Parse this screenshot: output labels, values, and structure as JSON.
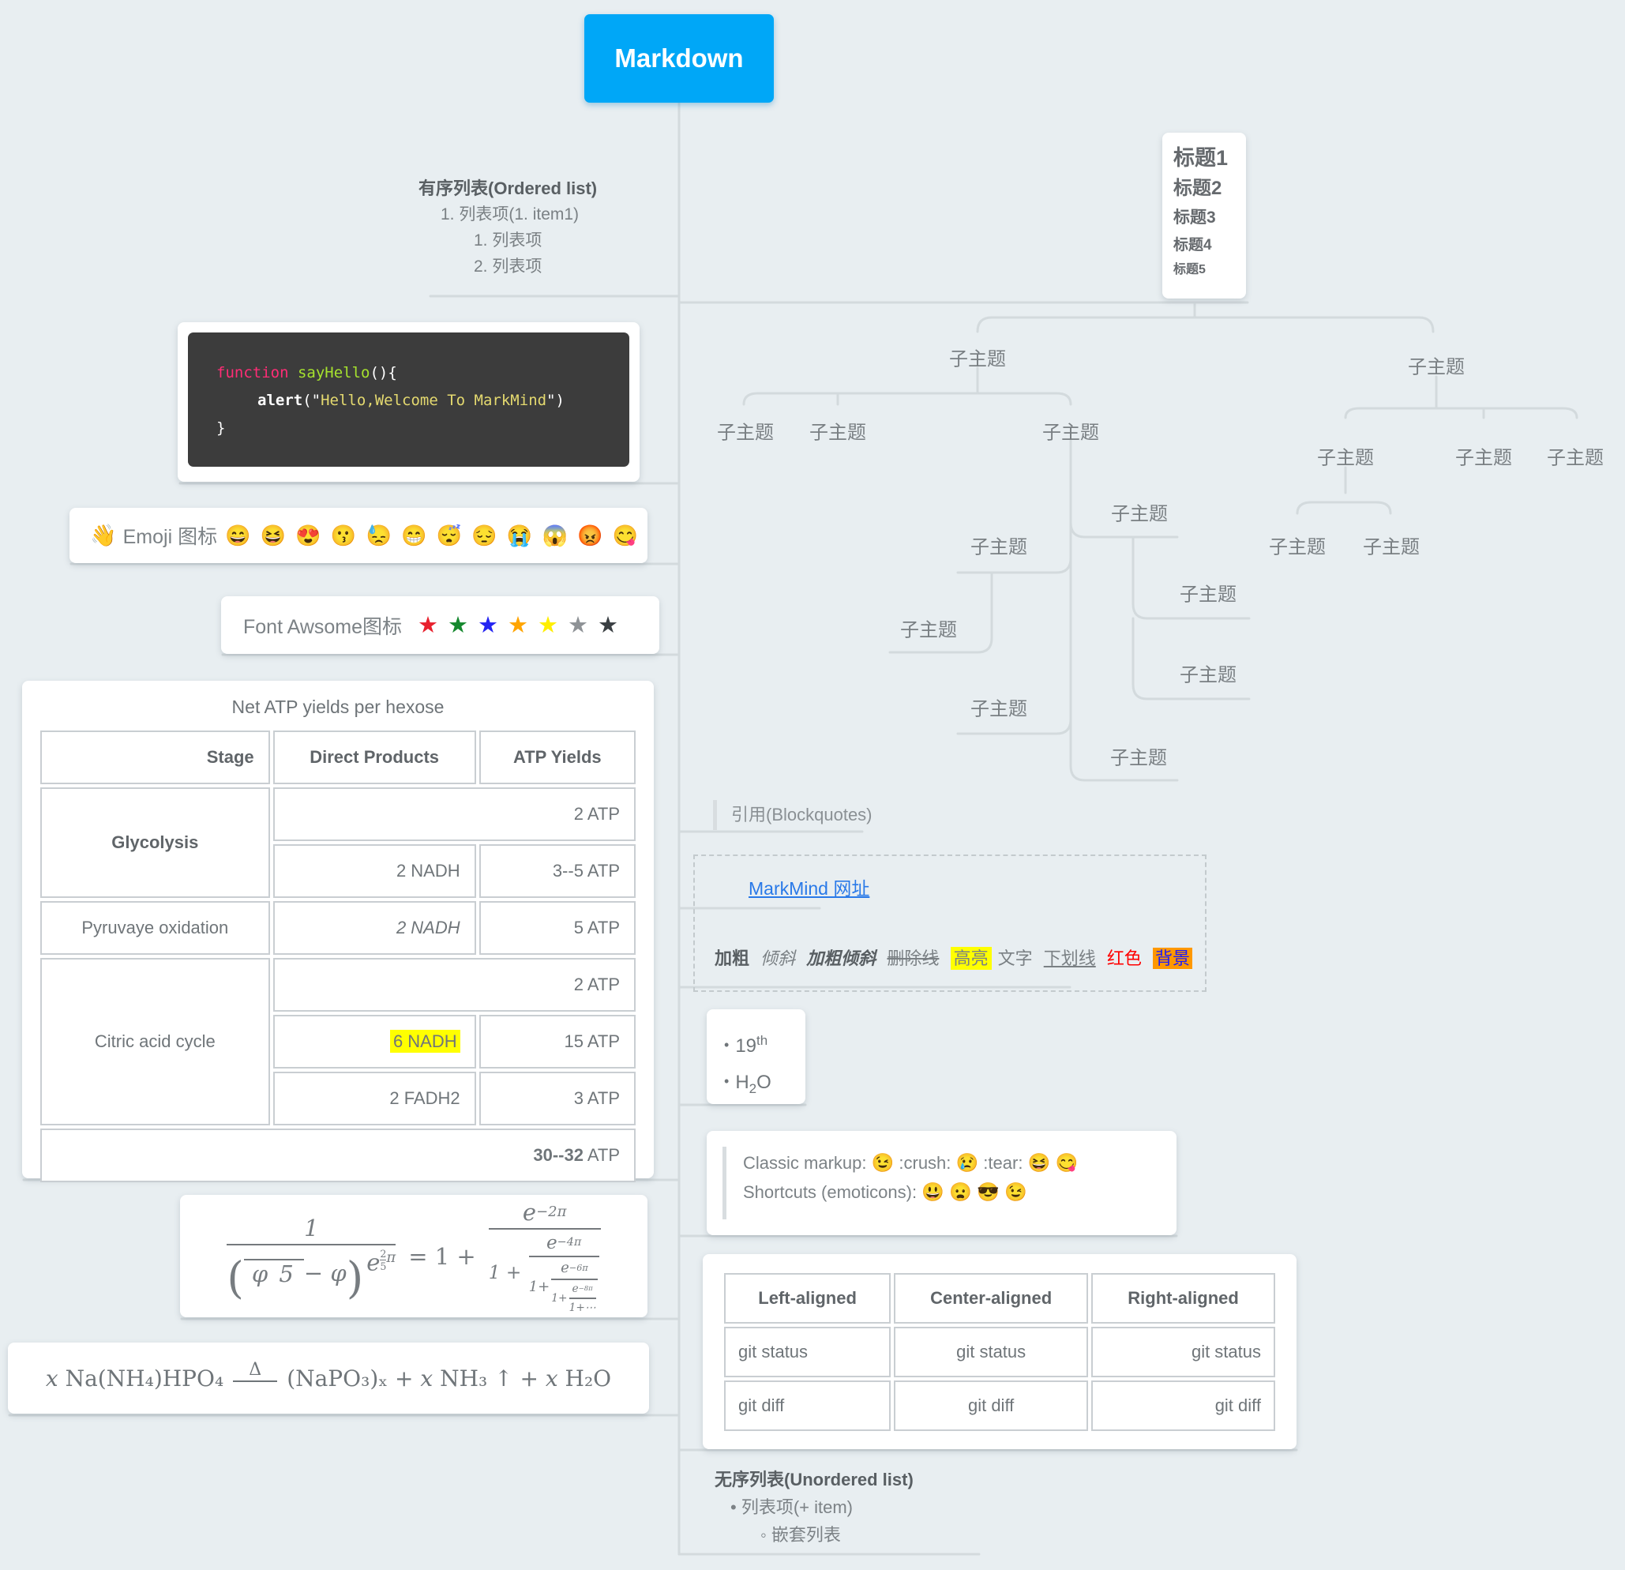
{
  "root": {
    "label": "Markdown"
  },
  "left": {
    "ordered_list": {
      "title": "有序列表(Ordered list)",
      "items": [
        "1. 列表项(1. item1)",
        "1. 列表项",
        "2. 列表项"
      ]
    },
    "code": {
      "kw": "function",
      "fn_name": " sayHello",
      "punct1": "(){",
      "alert_fn": "alert",
      "open": "(\"",
      "str": "Hello,Welcome To MarkMind",
      "close": "\")",
      "brace": "}"
    },
    "emoji": {
      "hand": "👋",
      "label": "Emoji 图标",
      "faces": "😄 😆 😍 😗 😓 😁 😴 😔 😭 😱 😡 😋"
    },
    "fontawesome": {
      "label": "Font Awsome图标",
      "star": "★",
      "star_colors": [
        "#e8212e",
        "#15882e",
        "#2525f2",
        "#ffa502",
        "#ffee00",
        "#8e9296",
        "#3a3f43"
      ]
    },
    "atp": {
      "title": "Net ATP yields per hexose",
      "headers": [
        "Stage",
        "Direct Products",
        "ATP Yields"
      ],
      "glycolysis": "Glycolysis",
      "gly_atp": "2 ATP",
      "gly_nadh": "2 NADH",
      "gly_nadh_yield": "3--5 ATP",
      "pyruvate": "Pyruvaye oxidation",
      "pyr_nadh": "2 NADH",
      "pyr_yield": "5 ATP",
      "citric": "Citric acid cycle",
      "cit_atp": "2 ATP",
      "cit_nadh": "6 NADH",
      "cit_nadh_yield": "15 ATP",
      "cit_fadh": "2 FADH2",
      "cit_fadh_yield": "3 ATP",
      "total_bold": "30--32",
      "total_rest": " ATP"
    },
    "formula1": {
      "num": "1",
      "d_phi": "φ",
      "d_five": "5",
      "d_minus": " − φ",
      "d_e": "e",
      "d_sup_n": "2",
      "d_sup_d": "5",
      "d_sup_pi": "π",
      "mid": "= 1 +",
      "n1": "e",
      "s1": "−2π",
      "c1": "1 +",
      "s2": "−4π",
      "c2": "1+",
      "s3": "−6π",
      "c3": "1+",
      "s4": "−8π",
      "c4": "1+⋯"
    },
    "formula2": {
      "lhs": "𝑥 Na(NH₄)HPO₄",
      "delta": "Δ",
      "rhs": "(NaPO₃)ₓ + 𝑥 NH₃ ↑ + 𝑥 H₂O"
    }
  },
  "right": {
    "headings": {
      "items": [
        "标题1",
        "标题2",
        "标题3",
        "标题4",
        "标题5"
      ]
    },
    "map": {
      "subtopic": "子主题"
    },
    "blockquote": {
      "label": "引用(Blockquotes)"
    },
    "link": {
      "label": "MarkMind 网址"
    },
    "format": {
      "bold": "加粗",
      "italic": "倾斜",
      "bold_italic": "加粗倾斜",
      "strike": "删除线",
      "highlight": "高亮",
      "text": "文字",
      "underline": "下划线",
      "red": "红色",
      "bg": "背景"
    },
    "sublist": {
      "bullet": "•",
      "item1_base": "19",
      "item1_sup": "th",
      "item2_pre": "H",
      "item2_sub": "2",
      "item2_post": "O"
    },
    "classic": {
      "line1_label": "Classic markup:",
      "line1_e1": "😉",
      "line1_t1": ":crush:",
      "line1_e2": "😢",
      "line1_t2": ":tear:",
      "line1_e3": "😆 😋",
      "line2_label": "Shortcuts (emoticons):",
      "line2_e": "😃 😦 😎 😉"
    },
    "align_table": {
      "headers": [
        "Left-aligned",
        "Center-aligned",
        "Right-aligned"
      ],
      "rows": [
        [
          "git status",
          "git status",
          "git status"
        ],
        [
          "git diff",
          "git diff",
          "git diff"
        ]
      ]
    },
    "unordered": {
      "title": "无序列表(Unordered list)",
      "items": [
        "• 列表项(+ item)",
        "◦ 嵌套列表"
      ]
    }
  }
}
